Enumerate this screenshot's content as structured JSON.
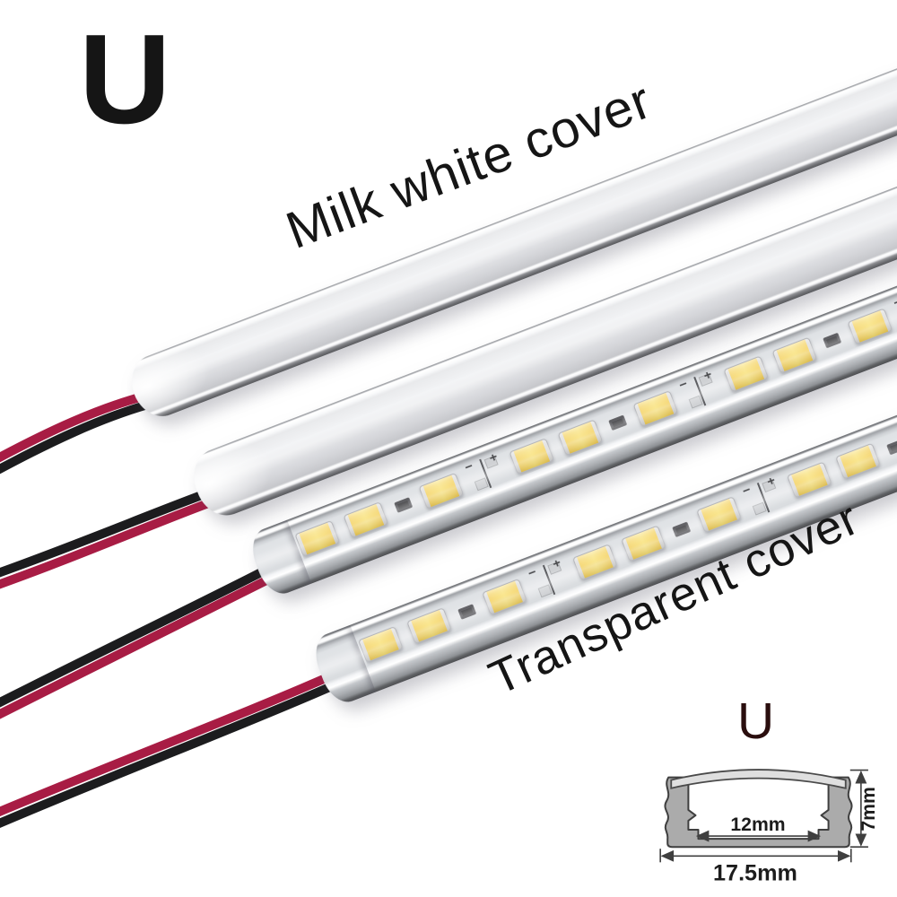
{
  "product_photo": {
    "profile_letter": "U",
    "annotations": {
      "milk_cover": "Milk white cover",
      "transparent_cover": "Transparent cover"
    },
    "strips": [
      {
        "id": 1,
        "cover": "milk-white"
      },
      {
        "id": 2,
        "cover": "milk-white"
      },
      {
        "id": 3,
        "cover": "transparent"
      },
      {
        "id": 4,
        "cover": "transparent"
      }
    ],
    "led_markings": {
      "plus": "+",
      "minus": "−"
    },
    "diagram": {
      "letter": "U",
      "inner_width_label": "12mm",
      "height_label": "7mm",
      "outer_width_label": "17.5mm"
    },
    "colors": {
      "wire_red": "#a81c44",
      "wire_black": "#1c1c1e",
      "led_yellow": "#f3cd52",
      "text_black": "#151515",
      "diagram_letter": "#2a0e0e",
      "profile_gray": "#ababab"
    }
  }
}
